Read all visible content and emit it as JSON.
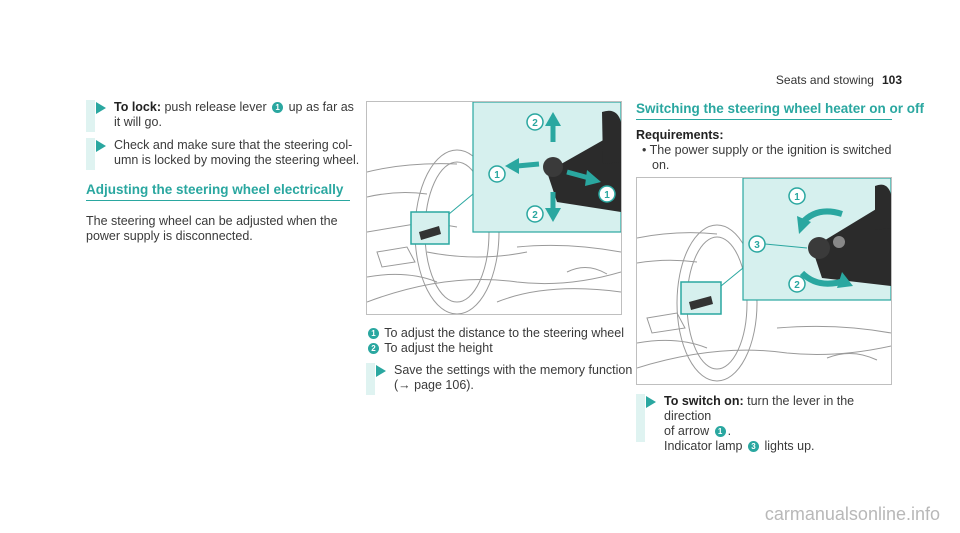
{
  "header": {
    "section": "Seats and stowing",
    "page_number": "103"
  },
  "left": {
    "step1": {
      "bold": "To lock:",
      "text_a": "push release lever",
      "callout": "1",
      "text_b": "up as far as it will go."
    },
    "step2": {
      "line1": "Check and make sure that the steering col-",
      "line2": "umn is locked by moving the steering wheel."
    },
    "section_title": "Adjusting the steering wheel electrically",
    "paragraph_line1": "The steering wheel can be adjusted when the",
    "paragraph_line2": "power supply is disconnected."
  },
  "middle": {
    "figure": {
      "callouts": [
        "2",
        "1",
        "1",
        "2"
      ]
    },
    "legend": [
      {
        "num": "1",
        "text": "To adjust the distance to the steering wheel"
      },
      {
        "num": "2",
        "text": "To adjust the height"
      }
    ],
    "step": {
      "line1": "Save the settings with the memory function",
      "line2": "(→ page 106)."
    }
  },
  "right": {
    "section_title": "Switching the steering wheel heater on or off",
    "requirements_label": "Requirements:",
    "req_line1": "The power supply or the ignition is switched",
    "req_line2": "on.",
    "figure": {
      "callouts": [
        "1",
        "3",
        "2"
      ]
    },
    "step": {
      "bold": "To switch on:",
      "text_a": "turn the lever in the direction",
      "text_b": "of arrow",
      "callout1": "1",
      "text_c": ".",
      "text_d": "Indicator lamp",
      "callout2": "3",
      "text_e": "lights up."
    }
  },
  "watermark": "carmanualsonline.info",
  "colors": {
    "accent": "#2aa7a0",
    "panel": "#d6f0ee",
    "step_bar": "#dff3f1"
  }
}
